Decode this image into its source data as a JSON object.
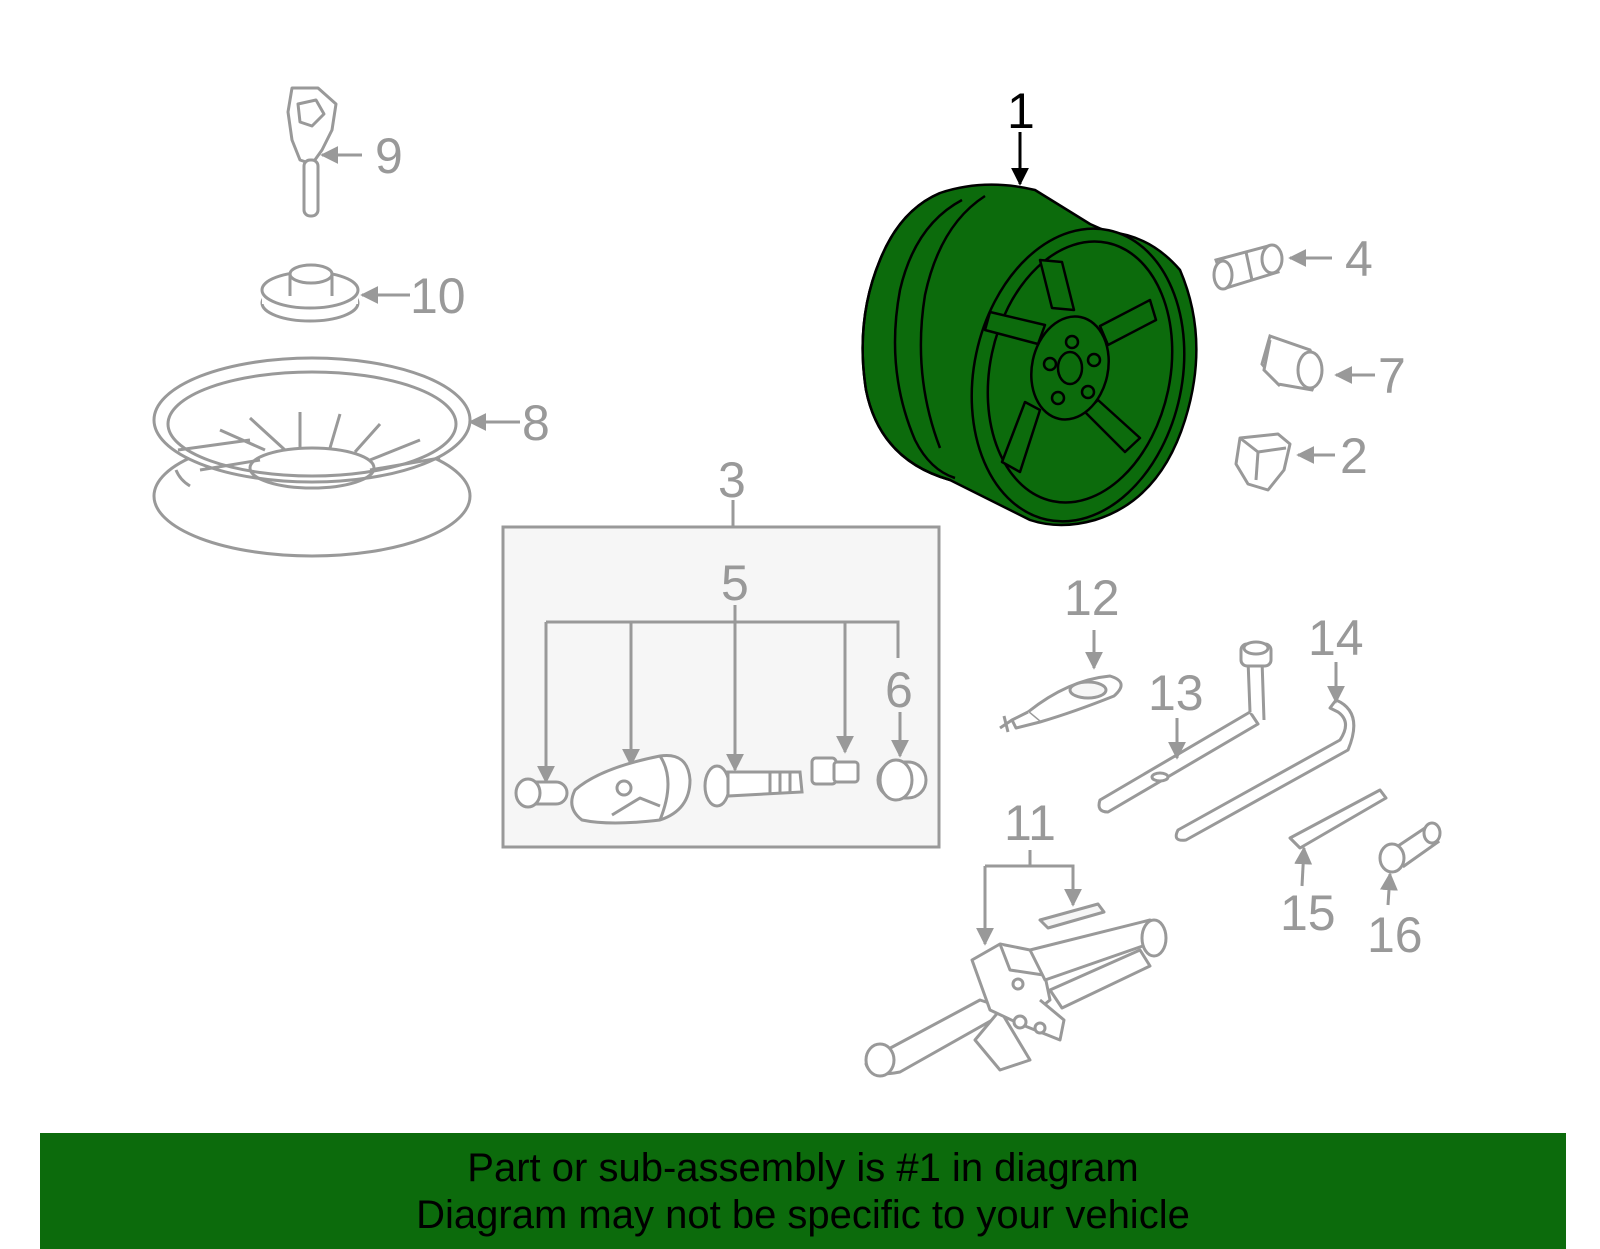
{
  "callouts": {
    "c1": "1",
    "c2": "2",
    "c3": "3",
    "c4": "4",
    "c5": "5",
    "c6": "6",
    "c7": "7",
    "c8": "8",
    "c9": "9",
    "c10": "10",
    "c11": "11",
    "c12": "12",
    "c13": "13",
    "c14": "14",
    "c15": "15",
    "c16": "16"
  },
  "banner": {
    "line1": "Part or sub-assembly is #1 in diagram",
    "line2": "Diagram may not be specific to your vehicle"
  },
  "colors": {
    "highlight": "#0c6b0c",
    "part_outline": "#999999",
    "active_outline": "#000000",
    "box_fill": "#f6f6f6"
  }
}
